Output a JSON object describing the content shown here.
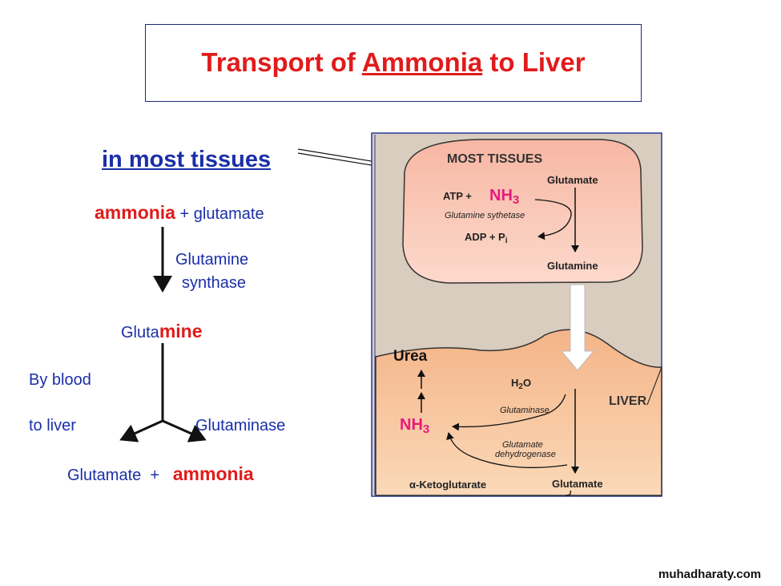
{
  "title": {
    "prefix": "Transport of ",
    "emph": "Ammonia",
    "suffix": " to Liver"
  },
  "left": {
    "heading": "in most tissues",
    "reactant_ammonia": "ammonia",
    "reactant_rest": " + glutamate",
    "enzyme1_line1": "Glutamine",
    "enzyme1_line2": "synthase",
    "product_prefix": "Gluta",
    "product_suffix": "mine",
    "transport_line1": "By blood",
    "transport_line2": "to liver",
    "enzyme2": "Glutaminase",
    "final_glutamate": "Glutamate",
    "final_plus": "+",
    "final_ammonia": "ammonia"
  },
  "figure": {
    "tissues_title": "MOST TISSUES",
    "glutamate_top": "Glutamate",
    "atp": "ATP +",
    "nh3": "NH",
    "nh3_sub": "3",
    "synthetase": "Glutamine sythetase",
    "adp": "ADP + P",
    "adp_sub": "i",
    "glutamine": "Glutamine",
    "urea": "Urea",
    "h2o": "H",
    "h2o_sub": "2",
    "h2o_o": "O",
    "liver": "LIVER",
    "glutaminase": "Glutaminase",
    "nh3_liver": "NH",
    "nh3_liver_sub": "3",
    "gdh_line1": "Glutamate",
    "gdh_line2": "dehydrogenase",
    "ketoglutarate": "α-Ketoglutarate",
    "glutamate_bottom": "Glutamate"
  },
  "watermark": "muhadharaty.com",
  "colors": {
    "red": "#e01b1b",
    "blue": "#1b2fa8",
    "magenta": "#e8197d",
    "tissue_fill": "#f7b7a3",
    "liver_fill": "#f7c49a",
    "background_panel": "#d9cdbf"
  }
}
